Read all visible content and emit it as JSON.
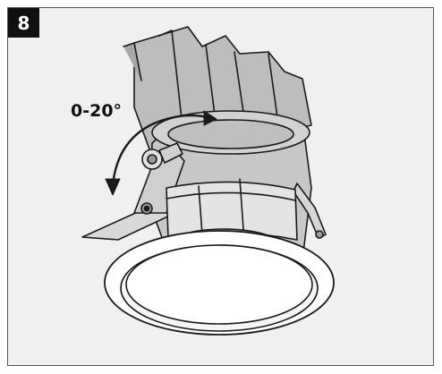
{
  "step": {
    "number": "8"
  },
  "annotation": {
    "angle": "0-20°"
  },
  "icons": {
    "rotation_arrow": "curved-double-arrow-icon",
    "fixture": "downlight-fixture-drawing"
  },
  "colors": {
    "panel_bg": "#f0f0f0",
    "panel_border": "#555555",
    "badge_bg": "#111111",
    "badge_text": "#ffffff",
    "housing": "#c4c4c4",
    "ring": "#ffffff",
    "line": "#1a1a1a"
  }
}
